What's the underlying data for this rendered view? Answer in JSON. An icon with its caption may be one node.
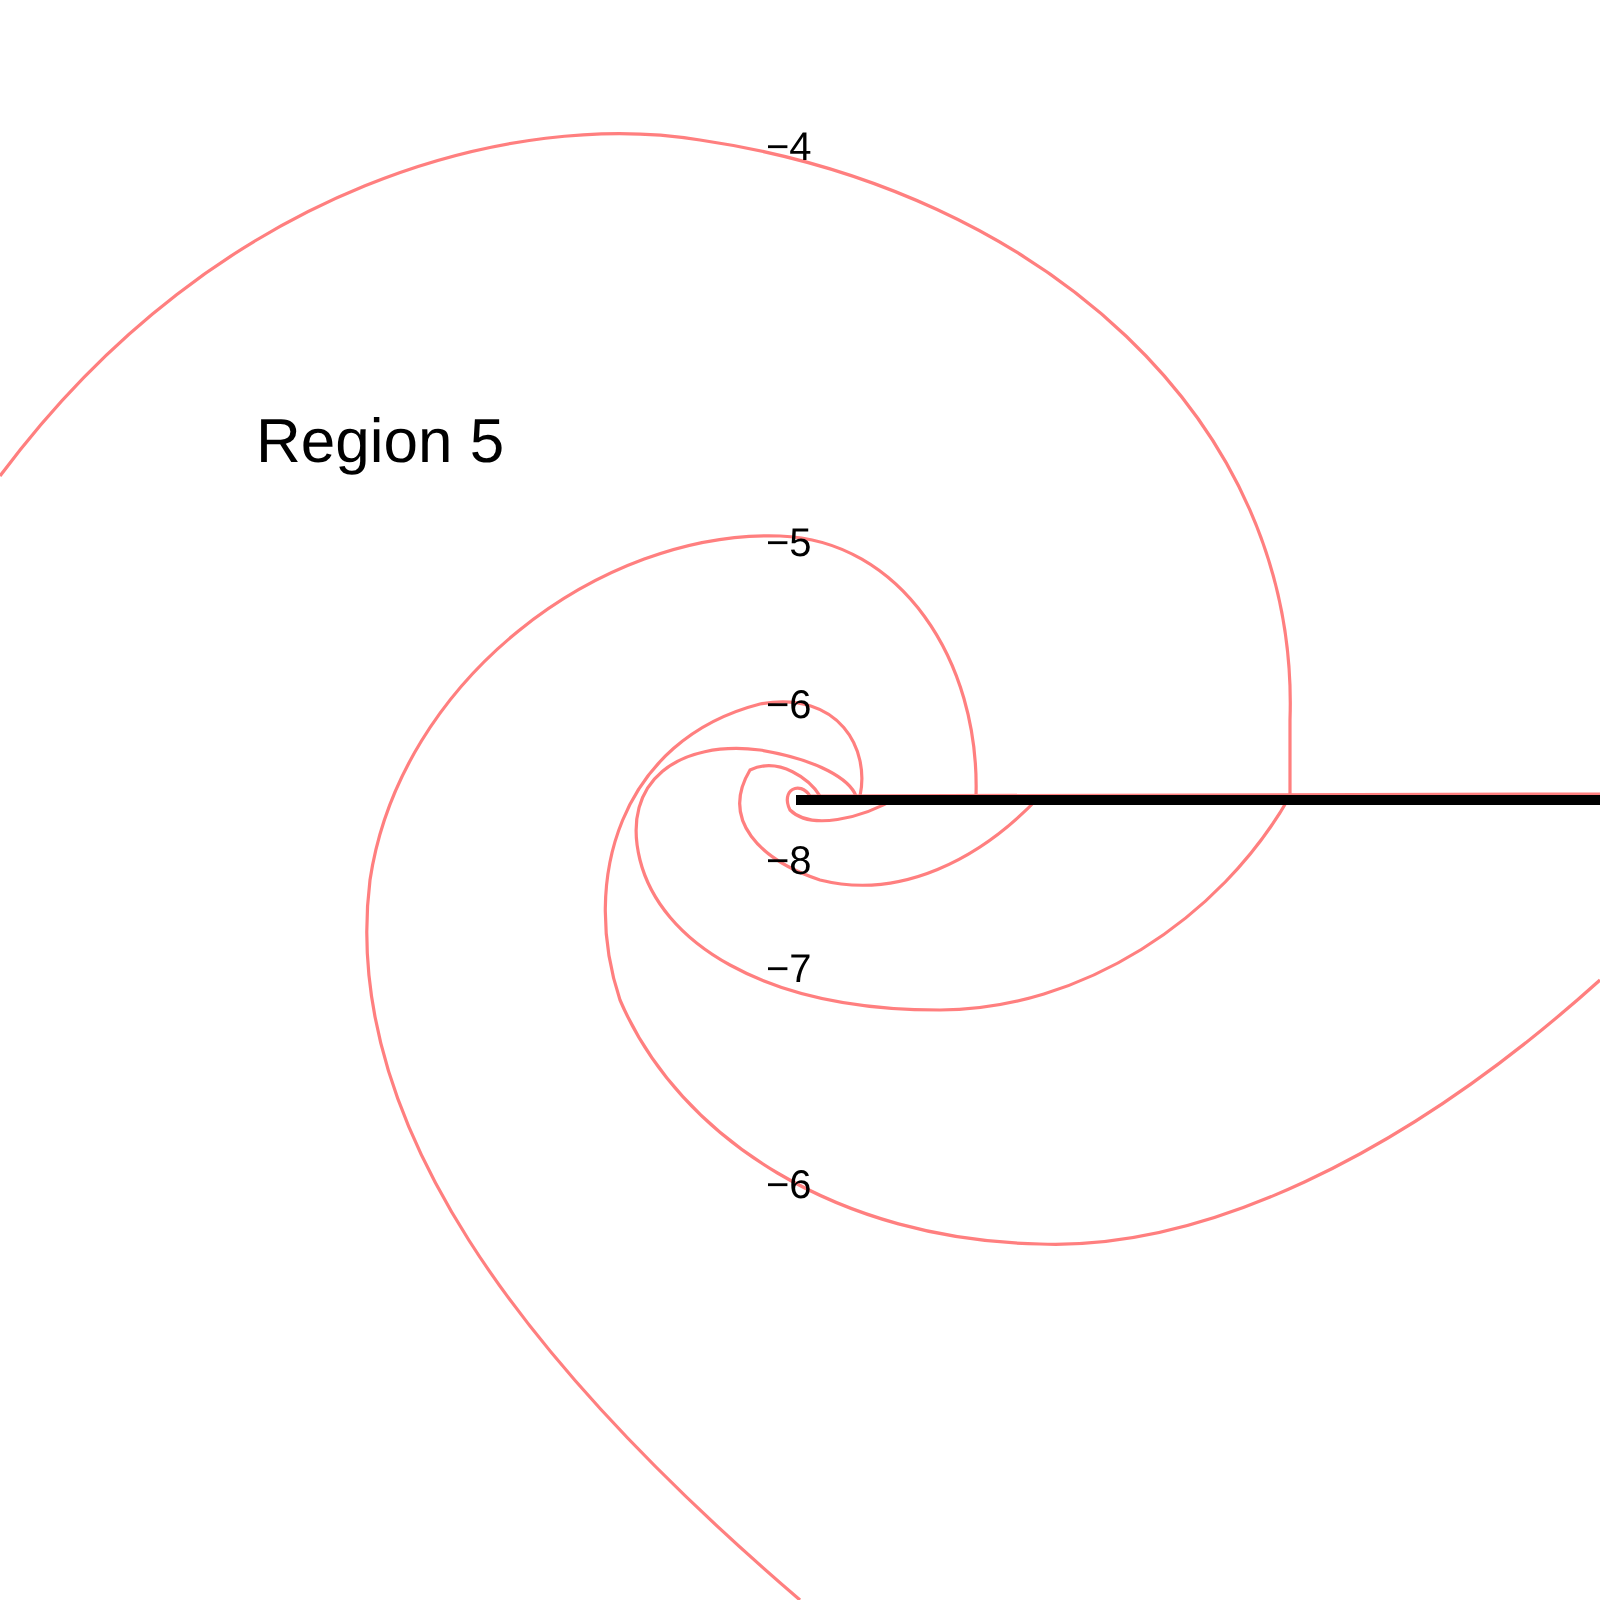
{
  "diagram": {
    "labels": [
      "−4",
      "Region 5",
      "−5",
      "−6",
      "−8",
      "−7",
      "−6"
    ]
  }
}
